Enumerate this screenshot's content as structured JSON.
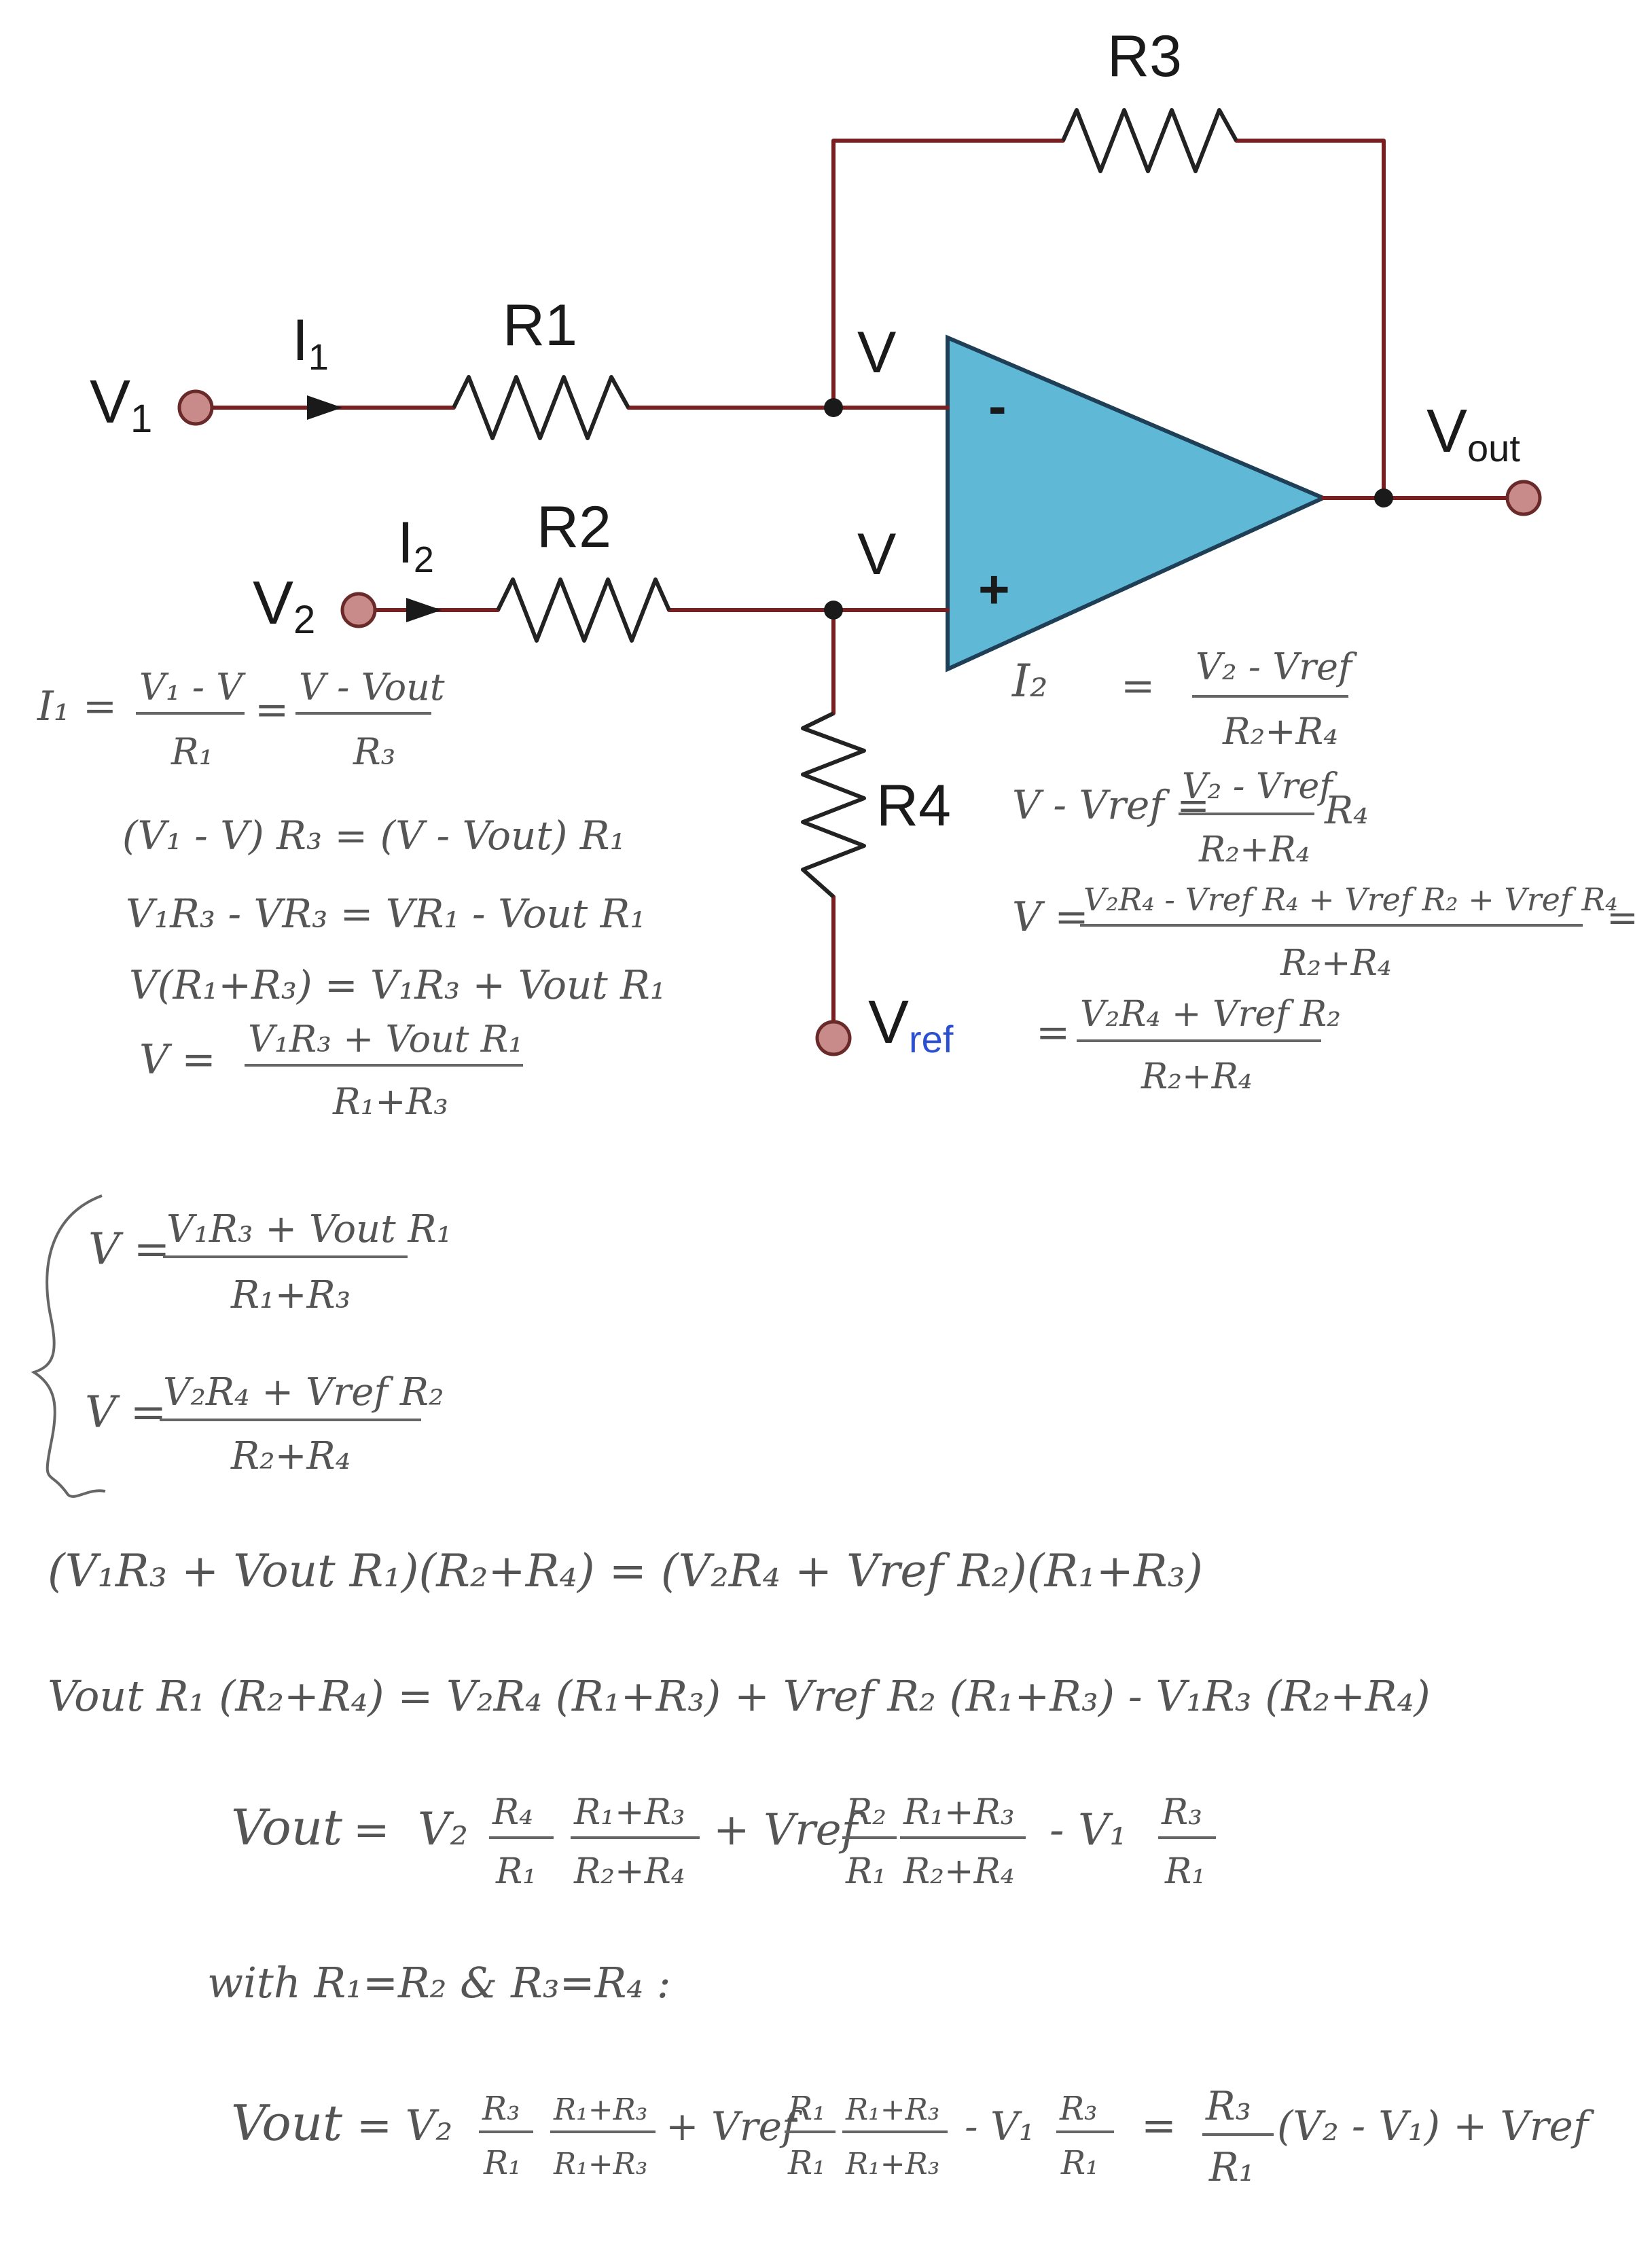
{
  "labels": {
    "r1": "R1",
    "r2": "R2",
    "r3": "R3",
    "r4": "R4",
    "v1": "V",
    "v1_sub": "1",
    "v2": "V",
    "v2_sub": "2",
    "vout": "V",
    "vout_sub": "out",
    "vref": "V",
    "vref_sub": "ref",
    "i1": "I",
    "i1_sub": "1",
    "i2": "I",
    "i2_sub": "2",
    "node_minus": "V",
    "node_plus": "V",
    "minus": "-",
    "plus": "+"
  },
  "colors": {
    "opamp_fill": "#5fb8d6",
    "opamp_stroke": "#1e3f55",
    "wire": "#7a1f1f",
    "pin_fill": "#c98a8a",
    "ink": "#555555",
    "vref_sub": "#2a4fd0"
  },
  "notes": {
    "left": {
      "l1": {
        "a": "I₁ =",
        "n1": "V₁ - V",
        "d1": "R₁",
        "eq": "=",
        "n2": "V - Vout",
        "d2": "R₃"
      },
      "l2": "(V₁ - V) R₃ = (V - Vout) R₁",
      "l3": "V₁R₃ - VR₃ = VR₁ - Vout R₁",
      "l4": "V(R₁+R₃) = V₁R₃ + Vout R₁",
      "l5": {
        "a": "V =",
        "n": "V₁R₃ + Vout R₁",
        "d": "R₁+R₃"
      }
    },
    "right": {
      "l1": {
        "a": "I₂",
        "eq": "=",
        "n": "V₂ - Vref",
        "d": "R₂+R₄"
      },
      "l2": {
        "a": "V - Vref =",
        "n": "V₂ - Vref",
        "d": "R₂+R₄",
        "tail": "R₄"
      },
      "l3": {
        "a": "V =",
        "n": "V₂R₄ - Vref R₄ + Vref R₂ + Vref R₄",
        "d": "R₂+R₄",
        "tail": "="
      },
      "l4": {
        "a": "=",
        "n": "V₂R₄ + Vref R₂",
        "d": "R₂+R₄"
      }
    },
    "system": {
      "e1": {
        "a": "V =",
        "n": "V₁R₃ + Vout R₁",
        "d": "R₁+R₃"
      },
      "e2": {
        "a": "V =",
        "n": "V₂R₄ + Vref R₂",
        "d": "R₂+R₄"
      }
    },
    "eq6": "(V₁R₃ + Vout R₁)(R₂+R₄) = (V₂R₄ + Vref R₂)(R₁+R₃)",
    "eq7": "Vout R₁ (R₂+R₄) = V₂R₄ (R₁+R₃) + Vref R₂ (R₁+R₃) - V₁R₃ (R₂+R₄)",
    "eq8": {
      "a": "Vout",
      "eq": "=",
      "t1": "V₂",
      "f1n": "R₄",
      "f1d": "R₁",
      "f2n": "R₁+R₃",
      "f2d": "R₂+R₄",
      "t2": "+ Vref",
      "f3n": "R₂",
      "f3d": "R₁",
      "f4n": "R₁+R₃",
      "f4d": "R₂+R₄",
      "t3": "- V₁",
      "f5n": "R₃",
      "f5d": "R₁"
    },
    "with": "with R₁=R₂ & R₃=R₄ :",
    "eq9": {
      "a": "Vout",
      "eq": "= V₂",
      "f1n": "R₃",
      "f1d": "R₁",
      "f2n": "R₁+R₃",
      "f2d": "R₁+R₃",
      "t2": "+ Vref",
      "f3n": "R₁",
      "f3d": "R₁",
      "f4n": "R₁+R₃",
      "f4d": "R₁+R₃",
      "t3": "- V₁",
      "f5n": "R₃",
      "f5d": "R₁",
      "eq2": "=",
      "f6n": "R₃",
      "f6d": "R₁",
      "tail": "(V₂ - V₁) + Vref"
    }
  }
}
